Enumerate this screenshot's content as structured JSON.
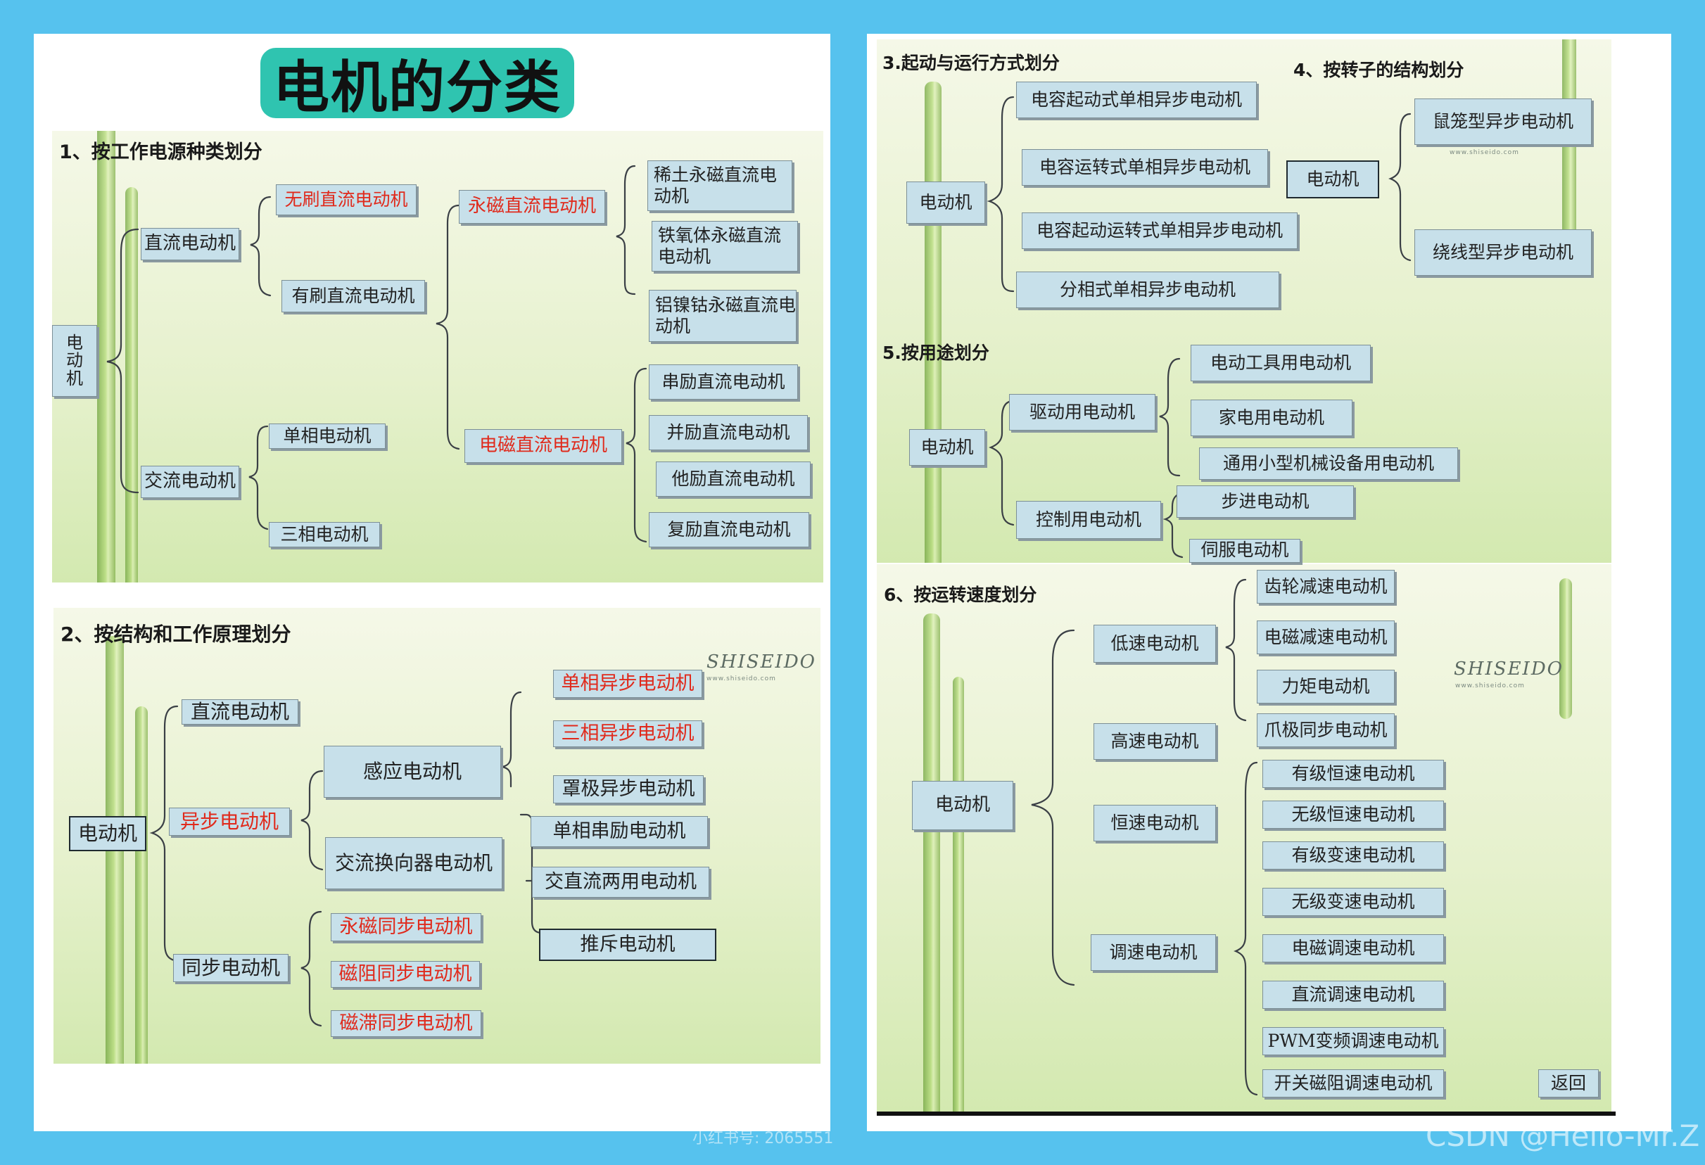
{
  "title": "电机的分类",
  "sections": {
    "s1": "1、按工作电源种类划分",
    "s2": "2、按结构和工作原理划分",
    "s3": "3.起动与运行方式划分",
    "s4": "4、按转子的结构划分",
    "s5": "5.按用途划分",
    "s6": "6、按运转速度划分"
  },
  "logos": {
    "brand": "SHISEIDO",
    "brand_sub": "www.shiseido.com"
  },
  "watermarks": {
    "xhs": "小红书号: 2065551",
    "csdn": "CSDN @Hello-Mr.Z"
  },
  "nav": {
    "back": "返回"
  },
  "colors": {
    "frame": "#56c2ee",
    "title_bg": "#2fc4b0",
    "box_bg": "#c7e0ea",
    "red_text": "#e02a1c"
  },
  "diagram1": {
    "root": "电动机",
    "dc": "直流电动机",
    "ac": "交流电动机",
    "brushless": "无刷直流电动机",
    "brushed": "有刷直流电动机",
    "pm_dc": "永磁直流电动机",
    "em_dc": "电磁直流电动机",
    "pm_types": [
      "稀土永磁直流电动机",
      "铁氧体永磁直流电动机",
      "铝镍钴永磁直流电动机"
    ],
    "em_types": [
      "串励直流电动机",
      "并励直流电动机",
      "他励直流电动机",
      "复励直流电动机"
    ],
    "single_phase": "单相电动机",
    "three_phase": "三相电动机"
  },
  "diagram2": {
    "root": "电动机",
    "dc": "直流电动机",
    "async": "异步电动机",
    "sync": "同步电动机",
    "induction": "感应电动机",
    "commutator": "交流换向器电动机",
    "induction_types": [
      "单相异步电动机",
      "三相异步电动机",
      "罩极异步电动机"
    ],
    "commutator_types": [
      "单相串励电动机",
      "交直流两用电动机",
      "推斥电动机"
    ],
    "sync_types": [
      "永磁同步电动机",
      "磁阻同步电动机",
      "磁滞同步电动机"
    ]
  },
  "diagram3": {
    "root": "电动机",
    "items": [
      "电容起动式单相异步电动机",
      "电容运转式单相异步电动机",
      "电容起动运转式单相异步电动机",
      "分相式单相异步电动机"
    ]
  },
  "diagram4": {
    "root": "电动机",
    "items": [
      "鼠笼型异步电动机",
      "绕线型异步电动机"
    ]
  },
  "diagram5": {
    "root": "电动机",
    "drive": "驱动用电动机",
    "control": "控制用电动机",
    "drive_types": [
      "电动工具用电动机",
      "家电用电动机",
      "通用小型机械设备用电动机"
    ],
    "control_types": [
      "步进电动机",
      "伺服电动机"
    ]
  },
  "diagram6": {
    "root": "电动机",
    "low": "低速电动机",
    "high": "高速电动机",
    "constant": "恒速电动机",
    "adjustable": "调速电动机",
    "low_types": [
      "齿轮减速电动机",
      "电磁减速电动机",
      "力矩电动机",
      "爪极同步电动机"
    ],
    "speed_types": [
      "有级恒速电动机",
      "无级恒速电动机",
      "有级变速电动机",
      "无级变速电动机",
      "电磁调速电动机",
      "直流调速电动机",
      "PWM变频调速电动机",
      "开关磁阻调速电动机"
    ]
  }
}
